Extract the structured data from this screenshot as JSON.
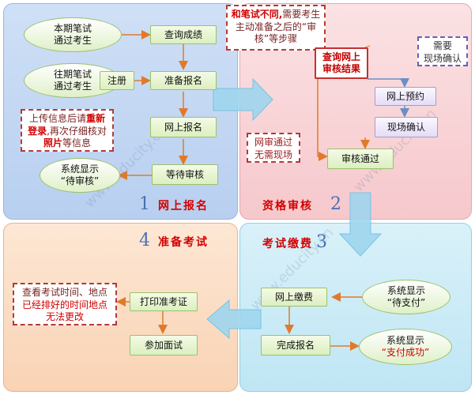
{
  "panels": {
    "p1": {
      "num": "1",
      "title": "网上报名"
    },
    "p2": {
      "num": "2",
      "title": "资格审核"
    },
    "p3": {
      "num": "3",
      "title": "考试缴费"
    },
    "p4": {
      "num": "4",
      "title": "准备考试"
    }
  },
  "nodes": {
    "current_candidates": "本期笔试\n通过考生",
    "past_candidates": "往期笔试\n通过考生",
    "query_score": "查询成绩",
    "register": "注册",
    "prepare_signup": "准备报名",
    "online_signup": "网上报名",
    "wait_review": "等待审核",
    "status_pending_review": "系统显示\n“待审核”",
    "query_review_result": "查询网上\n审核结果",
    "online_appointment": "网上预约",
    "onsite_confirm": "现场确认",
    "review_passed": "审核通过",
    "online_payment": "网上缴费",
    "status_pending_payment": "系统显示\n“待支付”",
    "complete_signup": "完成报名",
    "status_paid": "系统显示",
    "status_paid_red": "“支付成功”",
    "print_ticket": "打印准考证",
    "attend_interview": "参加面试"
  },
  "callouts": {
    "top_red": "和笔试不同,",
    "top_rest": "需要考生主动准备之后的“审核”等步骤",
    "upload_a": "上传信息后请",
    "upload_red": "重新登录",
    "upload_b": ",再次仔细核对",
    "upload_red2": "照片",
    "upload_c": "等信息",
    "need_onsite": "需要\n现场确认",
    "online_pass": "网审通过\n无需现场",
    "exam_info_a": "查看考试时间、地点",
    "exam_info_b": "已经排好的时间地点\n无法更改"
  },
  "colors": {
    "arrow_orange": "#e07a2a",
    "arrow_light_blue": "#9fd6ef",
    "callout_border": "#b23a3a",
    "section_title": "#d40000"
  }
}
